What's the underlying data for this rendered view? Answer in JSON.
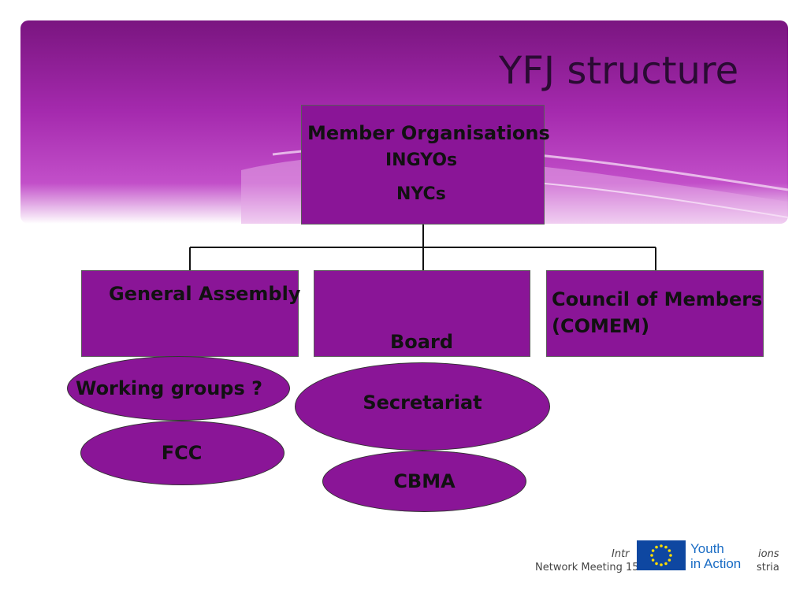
{
  "slide": {
    "title": "YFJ structure"
  },
  "nodes": {
    "member_orgs": {
      "line1": "Member Organisations",
      "line2": "INGYOs",
      "line3": "NYCs"
    },
    "general_assembly": {
      "label": "General Assembly"
    },
    "board": {
      "label": "Board"
    },
    "council": {
      "line1": "Council of Members",
      "line2": "(COMEM)"
    },
    "working_groups": {
      "label": "Working groups ?"
    },
    "fcc": {
      "label": "FCC"
    },
    "secretariat": {
      "label": "Secretariat"
    },
    "cbma": {
      "label": "CBMA"
    }
  },
  "footer": {
    "line1_left": "Intr",
    "line1_right": "ions",
    "line2_left": "Network Meeting 15-",
    "line2_right": "stria",
    "logo_line1": "Youth",
    "logo_line2": "in Action"
  },
  "colors": {
    "node_fill": "#8a1597",
    "header_dark": "#7a1580",
    "logo_blue": "#1a6cc4",
    "eu_blue": "#0e47a1",
    "eu_star": "#ffdd00"
  }
}
